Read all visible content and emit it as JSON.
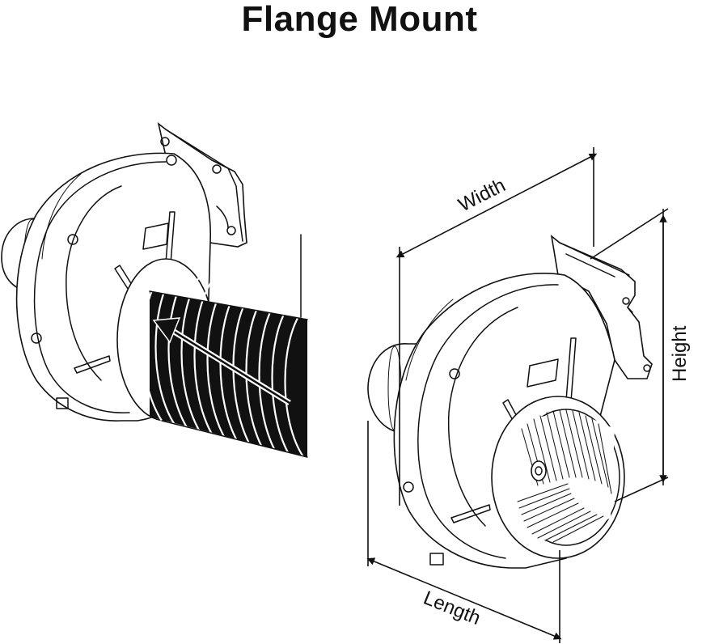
{
  "title": "Flange Mount",
  "dimensions": {
    "width": "Width",
    "height": "Height",
    "length": "Length"
  },
  "colors": {
    "line": "#111111",
    "background": "#ffffff"
  },
  "icons": [
    "airflow-arrow",
    "duct-hose",
    "blower-fan",
    "impeller"
  ]
}
